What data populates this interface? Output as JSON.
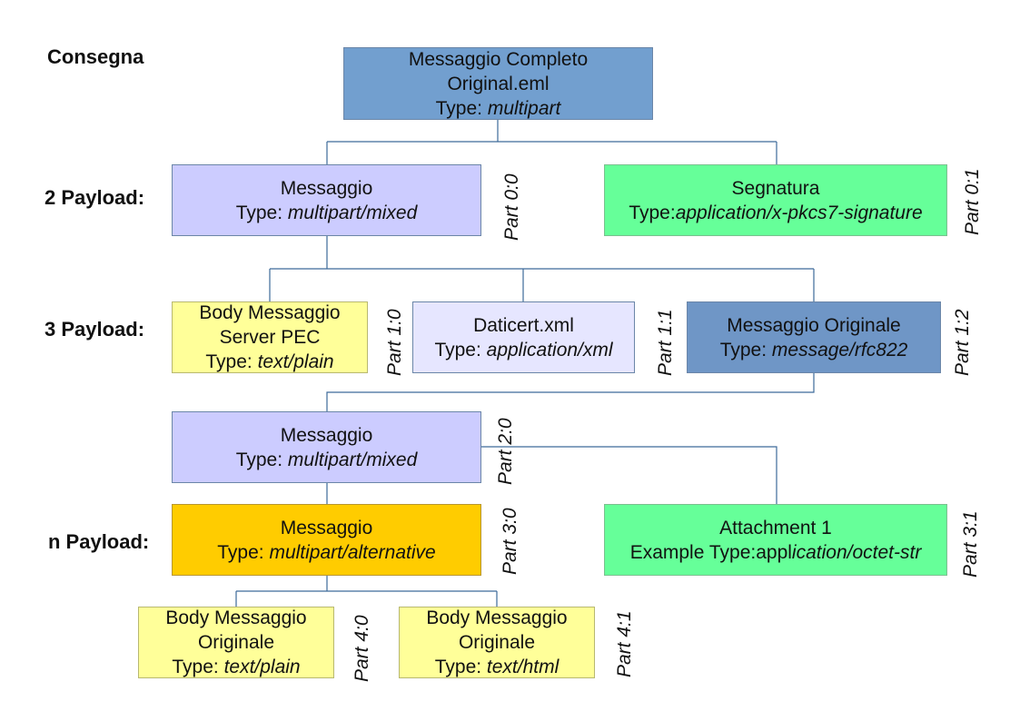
{
  "title": "Consegna",
  "levels": {
    "level2": "2 Payload:",
    "level3": "3 Payload:",
    "leveln": "n Payload:"
  },
  "nodes": {
    "root": {
      "line1": "Messaggio Completo",
      "line2": "Original.eml",
      "type_prefix": "Type: ",
      "type": "multipart",
      "color": "#729fcf"
    },
    "msg_mixed_1": {
      "line1": "Messaggio",
      "type_prefix": "Type: ",
      "type": "multipart/mixed",
      "part": "Part 0:0",
      "color": "#ccccff"
    },
    "segnatura": {
      "line1": "Segnatura",
      "type_prefix": "Type:",
      "type": "application/x-pkcs7-signature",
      "part": "Part 0:1",
      "color": "#66ff99"
    },
    "body_pec": {
      "line1": "Body Messaggio",
      "line2": "Server PEC",
      "type_prefix": "Type: ",
      "type": "text/plain",
      "part": "Part 1:0",
      "color": "#ffff99"
    },
    "daticert": {
      "line1": "Daticert.xml",
      "type_prefix": "Type: ",
      "type": "application/xml",
      "part": "Part 1:1",
      "color": "#e6e6ff"
    },
    "msg_originale": {
      "line1": "Messaggio Originale",
      "type_prefix": "Type: ",
      "type": "message/rfc822",
      "part": "Part 1:2",
      "color": "#6f96c6"
    },
    "msg_mixed_2": {
      "line1": "Messaggio",
      "type_prefix": "Type: ",
      "type": "multipart/mixed",
      "part": "Part 2:0",
      "color": "#ccccff"
    },
    "msg_alternative": {
      "line1": "Messaggio",
      "type_prefix": "Type: ",
      "type": "multipart/alternative",
      "part": "Part 3:0",
      "color": "#ffcc00"
    },
    "attachment": {
      "line1": "Attachment 1",
      "type_prefix": "Example Type:appl",
      "type": "ication/octet-str",
      "part": "Part 3:1",
      "color": "#66ff99"
    },
    "body_plain": {
      "line1": "Body Messaggio",
      "line2": "Originale",
      "type_prefix": "Type: ",
      "type": "text/plain",
      "part": "Part 4:0",
      "color": "#ffff99"
    },
    "body_html": {
      "line1": "Body Messaggio",
      "line2": "Originale",
      "type_prefix": "Type: ",
      "type": "text/html",
      "part": "Part 4:1",
      "color": "#ffff99"
    }
  }
}
